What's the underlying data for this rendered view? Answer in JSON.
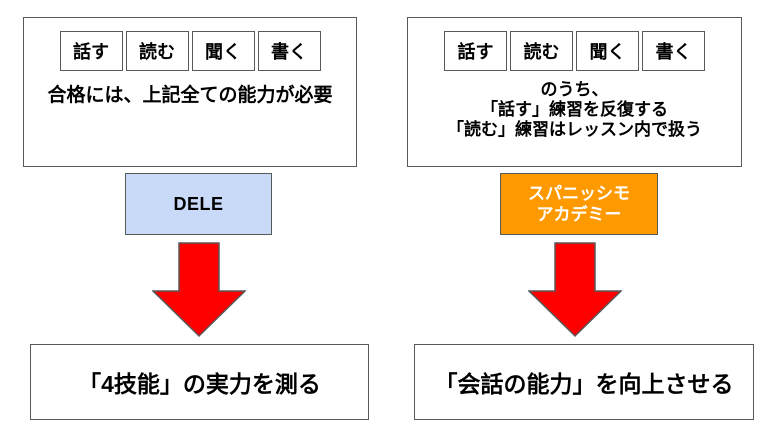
{
  "colors": {
    "border_gray": "#595959",
    "dele_fill": "#c9daf8",
    "academy_fill": "#ff9900",
    "arrow_red": "#ff0000",
    "academy_text": "#ffffff"
  },
  "left": {
    "skills": [
      "話す",
      "読む",
      "聞く",
      "書く"
    ],
    "note": "合格には、上記全ての能力が必要",
    "label": "DELE",
    "result": "「4技能」の実力を測る"
  },
  "right": {
    "skills": [
      "話す",
      "読む",
      "聞く",
      "書く"
    ],
    "note_lines": [
      "のうち、",
      "「話す」練習を反復する",
      "「読む」練習はレッスン内で扱う"
    ],
    "label_lines": [
      "スパニッシモ",
      "アカデミー"
    ],
    "result": "「会話の能力」を向上させる"
  }
}
